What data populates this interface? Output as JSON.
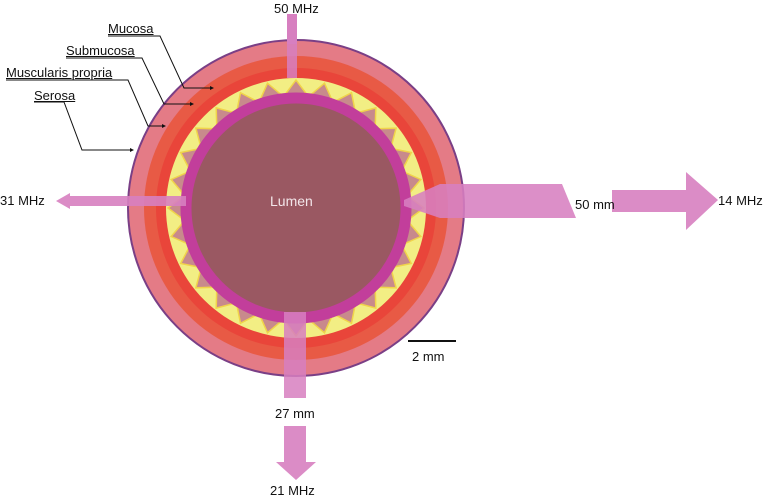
{
  "layers": {
    "mucosa": "Mucosa",
    "submucosa": "Submucosa",
    "muscularis": "Muscularis propria",
    "serosa": "Serosa"
  },
  "lumen": "Lumen",
  "beams": {
    "top_freq": "50 MHz",
    "left_freq": "31 MHz",
    "right_distance": "50 mm",
    "right_freq": "14 MHz",
    "bottom_distance": "27 mm",
    "bottom_freq": "21 MHz"
  },
  "scale_bar": "2 mm",
  "colors": {
    "beam": "#d77fc0",
    "ring": "#c23e9b",
    "lumen": "#9a5862",
    "serosa": "#e47b86",
    "muscularis": "#e8503f",
    "submucosa": "#f2ee84",
    "mucosa": "#c88a8c"
  }
}
